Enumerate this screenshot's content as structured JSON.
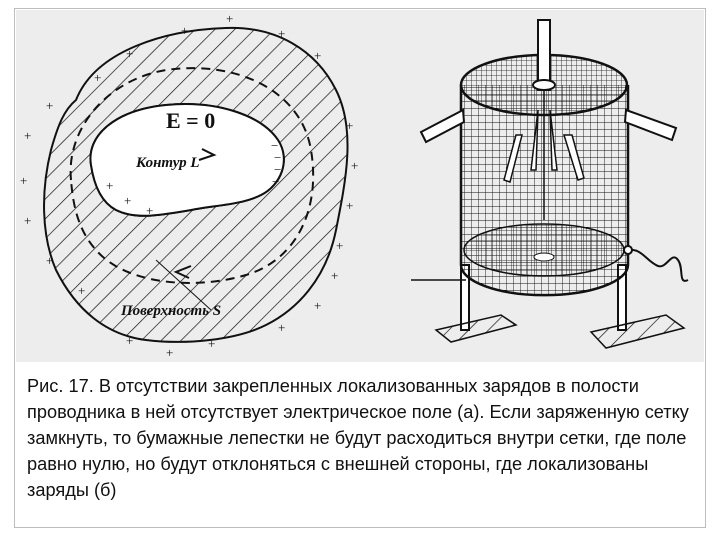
{
  "figure_a": {
    "label_field": "E = 0",
    "label_contour": "Контур L",
    "label_surface": "Поверхность S",
    "outer_charge_sign": "+",
    "inner_charge_sign": "−"
  },
  "caption": {
    "text": "Рис. 17. В отсутствии закрепленных локализованных зарядов в полости проводника в ней отсутствует электрическое поле (а). Если заряженную сетку замкнуть, то бумажные лепестки не будут расходиться внутри сетки, где поле равно нулю, но будут отклоняться с внешней стороны, где локализованы заряды (б)"
  },
  "colors": {
    "ink": "#111111",
    "background": "#ededed",
    "frame": "#bdbdbd"
  }
}
